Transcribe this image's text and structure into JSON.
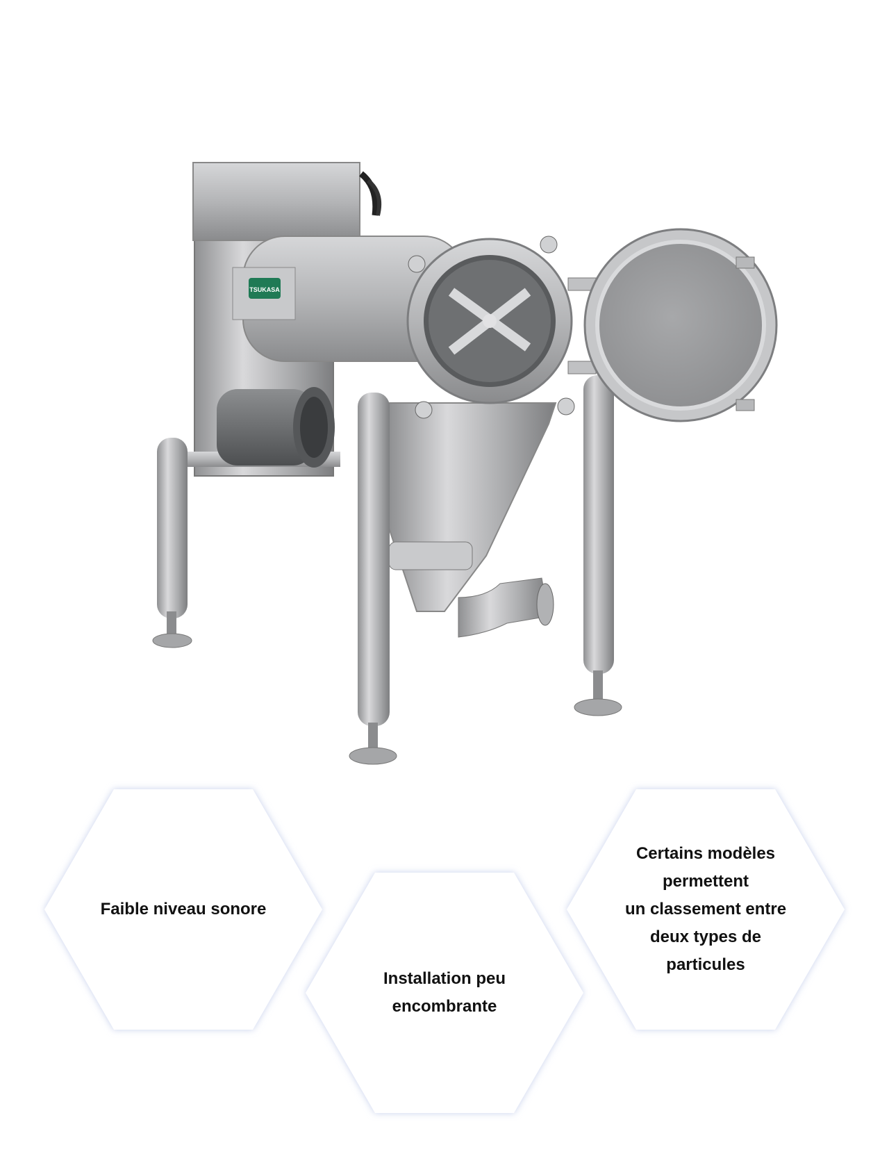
{
  "product": {
    "brand_plate": "TSUKASA"
  },
  "features": [
    {
      "label": "Faible niveau sonore"
    },
    {
      "label": "Installation peu\nencombrante"
    },
    {
      "label": "Certains modèles\npermettent\nun classement entre\ndeux types de\nparticules"
    }
  ],
  "colors": {
    "hex_fill": "#ffffff",
    "hex_glow": "#c7d0ec",
    "steel": "#b5b6b8",
    "brand_plate": "#1f7a55"
  }
}
